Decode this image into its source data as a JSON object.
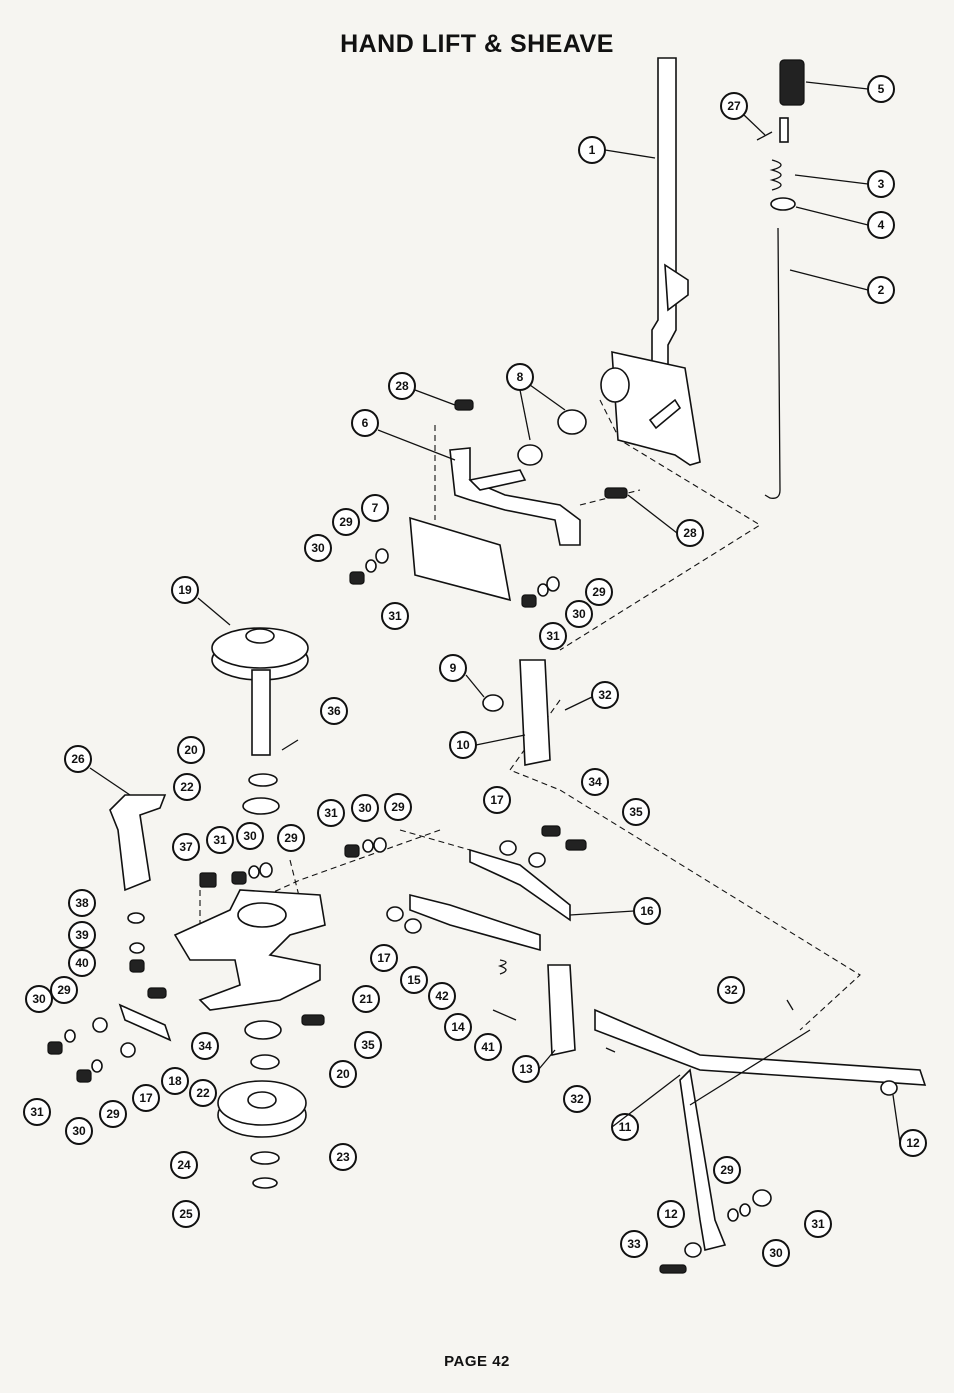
{
  "title": "HAND LIFT & SHEAVE",
  "footer": "PAGE 42",
  "callouts": [
    "1",
    "2",
    "3",
    "4",
    "5",
    "6",
    "7",
    "8",
    "9",
    "10",
    "11",
    "12",
    "13",
    "14",
    "15",
    "16",
    "17",
    "18",
    "19",
    "20",
    "21",
    "22",
    "23",
    "24",
    "25",
    "26",
    "27",
    "28",
    "29",
    "30",
    "31",
    "32",
    "33",
    "34",
    "35",
    "36",
    "37",
    "38",
    "39",
    "40",
    "41",
    "42"
  ]
}
